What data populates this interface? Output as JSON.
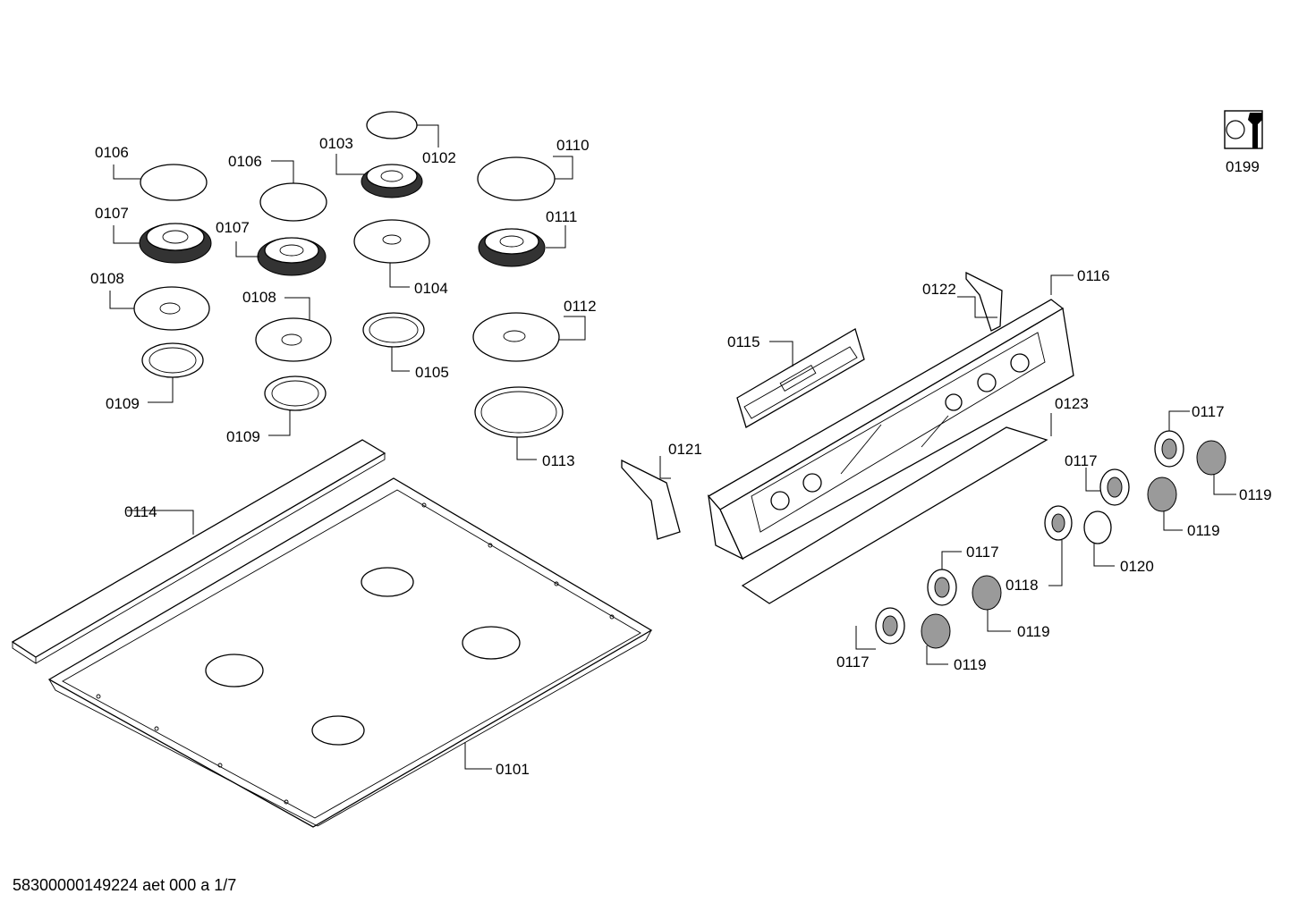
{
  "footer": {
    "doc_id": "58300000149224 aet 000 a 1/7"
  },
  "tool_icon": {
    "icon": "wrench-icon",
    "label": "0199"
  },
  "callouts": {
    "c0101": "0101",
    "c0102": "0102",
    "c0103": "0103",
    "c0104": "0104",
    "c0105": "0105",
    "c0106a": "0106",
    "c0106b": "0106",
    "c0107a": "0107",
    "c0107b": "0107",
    "c0108a": "0108",
    "c0108b": "0108",
    "c0109a": "0109",
    "c0109b": "0109",
    "c0110": "0110",
    "c0111": "0111",
    "c0112": "0112",
    "c0113": "0113",
    "c0114": "0114",
    "c0115": "0115",
    "c0116": "0116",
    "c0117a": "0117",
    "c0117b": "0117",
    "c0117c": "0117",
    "c0117d": "0117",
    "c0118": "0118",
    "c0119a": "0119",
    "c0119b": "0119",
    "c0119c": "0119",
    "c0119d": "0119",
    "c0120": "0120",
    "c0121": "0121",
    "c0122": "0122",
    "c0123": "0123"
  }
}
